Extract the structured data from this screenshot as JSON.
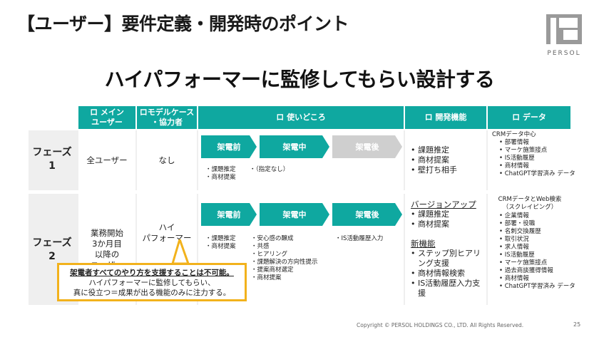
{
  "title": "【ユーザー】要件定義・開発時のポイント",
  "logo": {
    "text": "PERSOL"
  },
  "headline": "ハイパフォーマーに監修してもらい設計する",
  "headers": {
    "main_user": "ロ メイン\nユーザー",
    "model_case": "ロモデルケース\n・協力者",
    "usage": "ロ 使いどころ",
    "dev_function": "ロ 開発機能",
    "data": "ロ データ"
  },
  "phase1": {
    "label": "フェーズ\n1",
    "main_user": "全ユーザー",
    "model_case": "なし",
    "stages": [
      "架電前",
      "架電中",
      "架電後"
    ],
    "before_items": [
      "課題推定",
      "商材提案"
    ],
    "during_items": [
      "（指定なし）"
    ],
    "dev_items": [
      "課題推定",
      "商材提案",
      "壁打ち相手"
    ],
    "data_head": "CRMデータ中心",
    "data_items": [
      "部署情報",
      "マーケ施策接点",
      "IS活動履歴",
      "商材情報",
      "ChatGPT学習済み データ"
    ]
  },
  "phase2": {
    "label": "フェーズ\n2",
    "main_user": "業務開始\n3か月目\n以降の\nユーザー",
    "model_case": "ハイ\nパフォーマー",
    "stages": [
      "架電前",
      "架電中",
      "架電後"
    ],
    "before_items": [
      "課題推定",
      "商材提案"
    ],
    "during_items": [
      "安心感の醸成",
      "共感",
      "ヒアリング",
      "課題解決の方向性提示",
      "提案商材選定",
      "商材提案"
    ],
    "after_items": [
      "IS活動履歴入力"
    ],
    "dev_section1_title": "バージョンアップ",
    "dev_section1_items": [
      "課題推定",
      "商材提案"
    ],
    "dev_section2_title": "新機能",
    "dev_section2_items": [
      "ステップ別ヒアリング支援",
      "商材情報検索",
      "IS活動履歴入力支援"
    ],
    "data_head": "CRMデータとWeb検索\n（スクレイピング）",
    "data_items": [
      "企業情報",
      "部署・役職",
      "名刺交換履歴",
      "取引状況",
      "求人情報",
      "IS活動履歴",
      "マーケ施策接点",
      "過去商談獲得情報",
      "商材情報",
      "ChatGPT学習済み データ"
    ]
  },
  "callout": {
    "line1": "架電者すべてのやり方を支援することは不可能。",
    "line2": "ハイパフォーマーに監修してもらい、",
    "line3": "真に役立つ＝成果が出る機能のみに注力する。"
  },
  "footer": "Copyright © PERSOL HOLDINGS CO., LTD. All Rights Reserved.",
  "page_number": "25",
  "colors": {
    "teal": "#0fa8a0",
    "grey_arrow": "#cfcfcf",
    "callout_border": "#f2b21c"
  }
}
